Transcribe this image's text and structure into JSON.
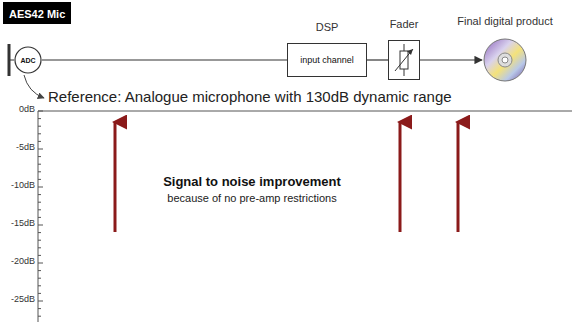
{
  "diagram": {
    "nodes": [
      {
        "text": [
          "AES42 Mic"
        ]
      },
      {
        "text": [
          "ADC"
        ]
      },
      {
        "text": [
          "DSP",
          "input channel"
        ]
      },
      {
        "text": [
          "Fader"
        ]
      },
      {
        "text": [
          "Final digital product"
        ]
      }
    ],
    "edges": [
      {
        "from": 1,
        "to": 2,
        "arrow": "none"
      },
      {
        "from": 2,
        "to": 3,
        "arrow": "none"
      },
      {
        "from": 3,
        "to": 4,
        "arrow": "to"
      }
    ],
    "labels": [
      "Reference: Analogue microphone with 130dB dynamic range",
      "0dB",
      "-5dB",
      "-10dB",
      "-15dB",
      "-20dB",
      "-25dB",
      "Signal to noise improvement",
      "because of no pre-amp restrictions"
    ]
  }
}
